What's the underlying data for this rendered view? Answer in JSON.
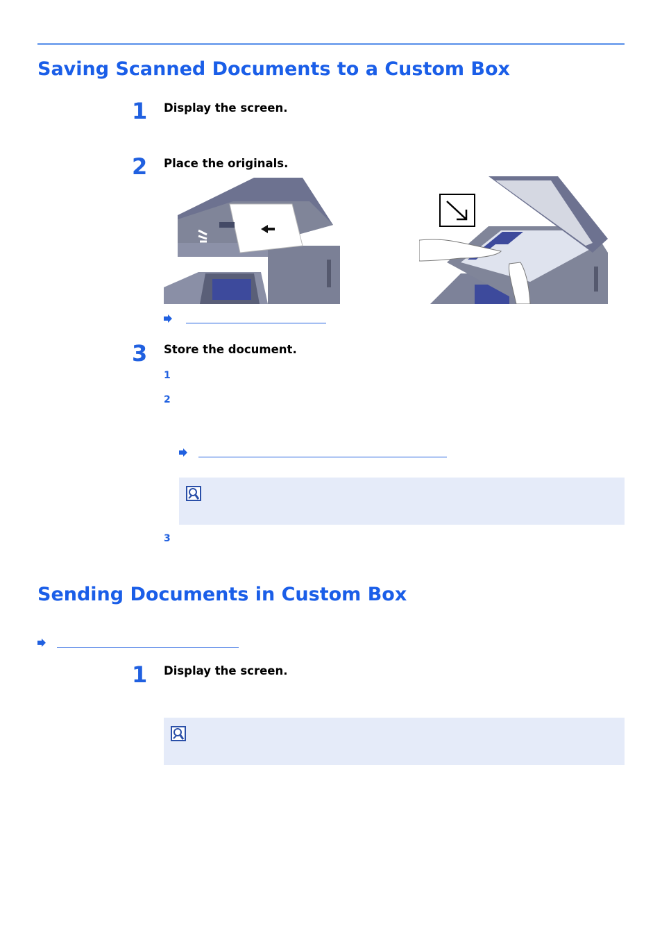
{
  "section1": {
    "title": "Saving Scanned Documents to a Custom Box",
    "steps": [
      {
        "number": "1",
        "title": "Display the screen."
      },
      {
        "number": "2",
        "title": "Place the originals."
      },
      {
        "number": "3",
        "title": "Store the document."
      }
    ],
    "substeps": [
      "1",
      "2",
      "3"
    ]
  },
  "section2": {
    "title": "Sending Documents in Custom Box",
    "steps": [
      {
        "number": "1",
        "title": "Display the screen."
      }
    ]
  },
  "colors": {
    "heading": "#1a5ee8",
    "accent": "#2060e0",
    "note_background": "#e5ebf9",
    "rule": "#7aa6ee"
  },
  "icons": [
    "xref-arrow-icon",
    "note-hint-icon",
    "press-arrow-icon"
  ]
}
